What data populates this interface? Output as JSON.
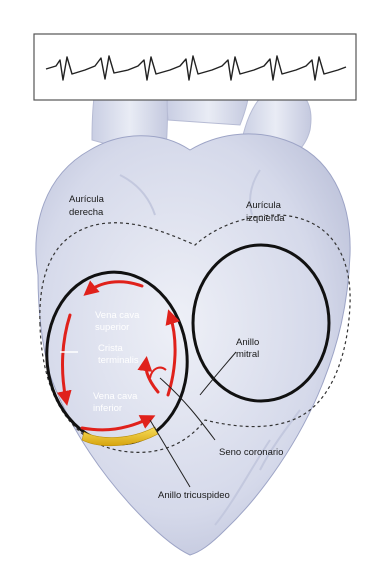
{
  "labels": {
    "auricula_derecha": [
      "Aurícula",
      "derecha"
    ],
    "auricula_izquierda": [
      "Aurícula",
      "izquierda"
    ],
    "vena_cava_superior": [
      "Vena cava",
      "superior"
    ],
    "crista_terminalis": [
      "Crista",
      "terminalis"
    ],
    "vena_cava_inferior": [
      "Vena cava",
      "inferior"
    ],
    "anillo_mitral": [
      "Anillo",
      "mitral"
    ],
    "seno_coronario": "Seno coronario",
    "anillo_tricuspideo": "Anillo tricuspideo"
  },
  "colors": {
    "background": "#ffffff",
    "heart_light": "#e6e9f3",
    "heart_dark": "#b9bfd8",
    "ring_outline": "#111111",
    "arrow_red": "#e0211b",
    "isthmus_yellow": "#f0c419",
    "ecg_line": "#222222"
  }
}
